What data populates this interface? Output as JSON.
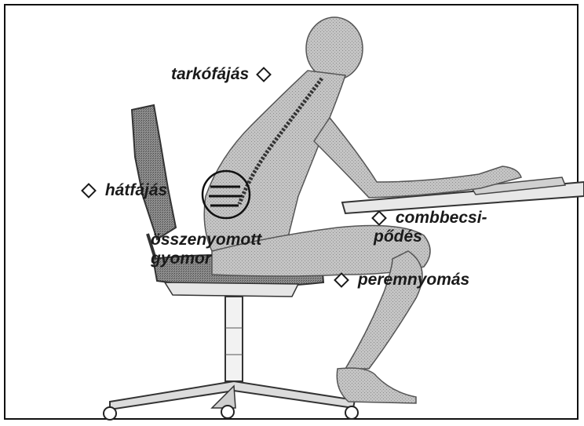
{
  "labels": {
    "neck_pain": "tarkófájás",
    "back_pain": "hátfájás",
    "compressed_stomach": "összenyomott gyomor",
    "thigh_pinch": "combbecsi-pődés",
    "edge_pressure": "peremnyomás"
  },
  "icons": {
    "marker": "diamond-outline"
  },
  "colors": {
    "ink": "#1a1a1a",
    "figure_fill": "#bdbdbd",
    "paper": "#ffffff"
  }
}
